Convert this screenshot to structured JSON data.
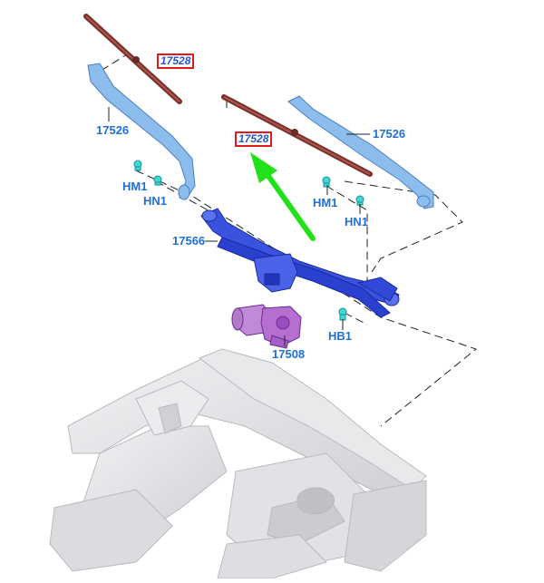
{
  "callouts": {
    "blade_left": "17528",
    "blade_right": "17528",
    "arm_left": "17526",
    "arm_right": "17526",
    "hm1_left": "HM1",
    "hn1_left": "HN1",
    "hm1_right": "HM1",
    "hn1_right": "HN1",
    "linkage": "17566",
    "motor": "17508",
    "hb1": "HB1"
  },
  "colors": {
    "blade": "#8a3a32",
    "arm": "#7fb2e8",
    "linkage": "#2a44d6",
    "motor": "#9a3ec4",
    "fastener": "#2ec9c9",
    "label": "#1f6fd6",
    "highlight_box": "#e01b1b",
    "pointer_arrow": "#22e01a",
    "body_structure": "#d8d8dc"
  },
  "icons": {
    "pointer": "green-arrow-icon"
  }
}
